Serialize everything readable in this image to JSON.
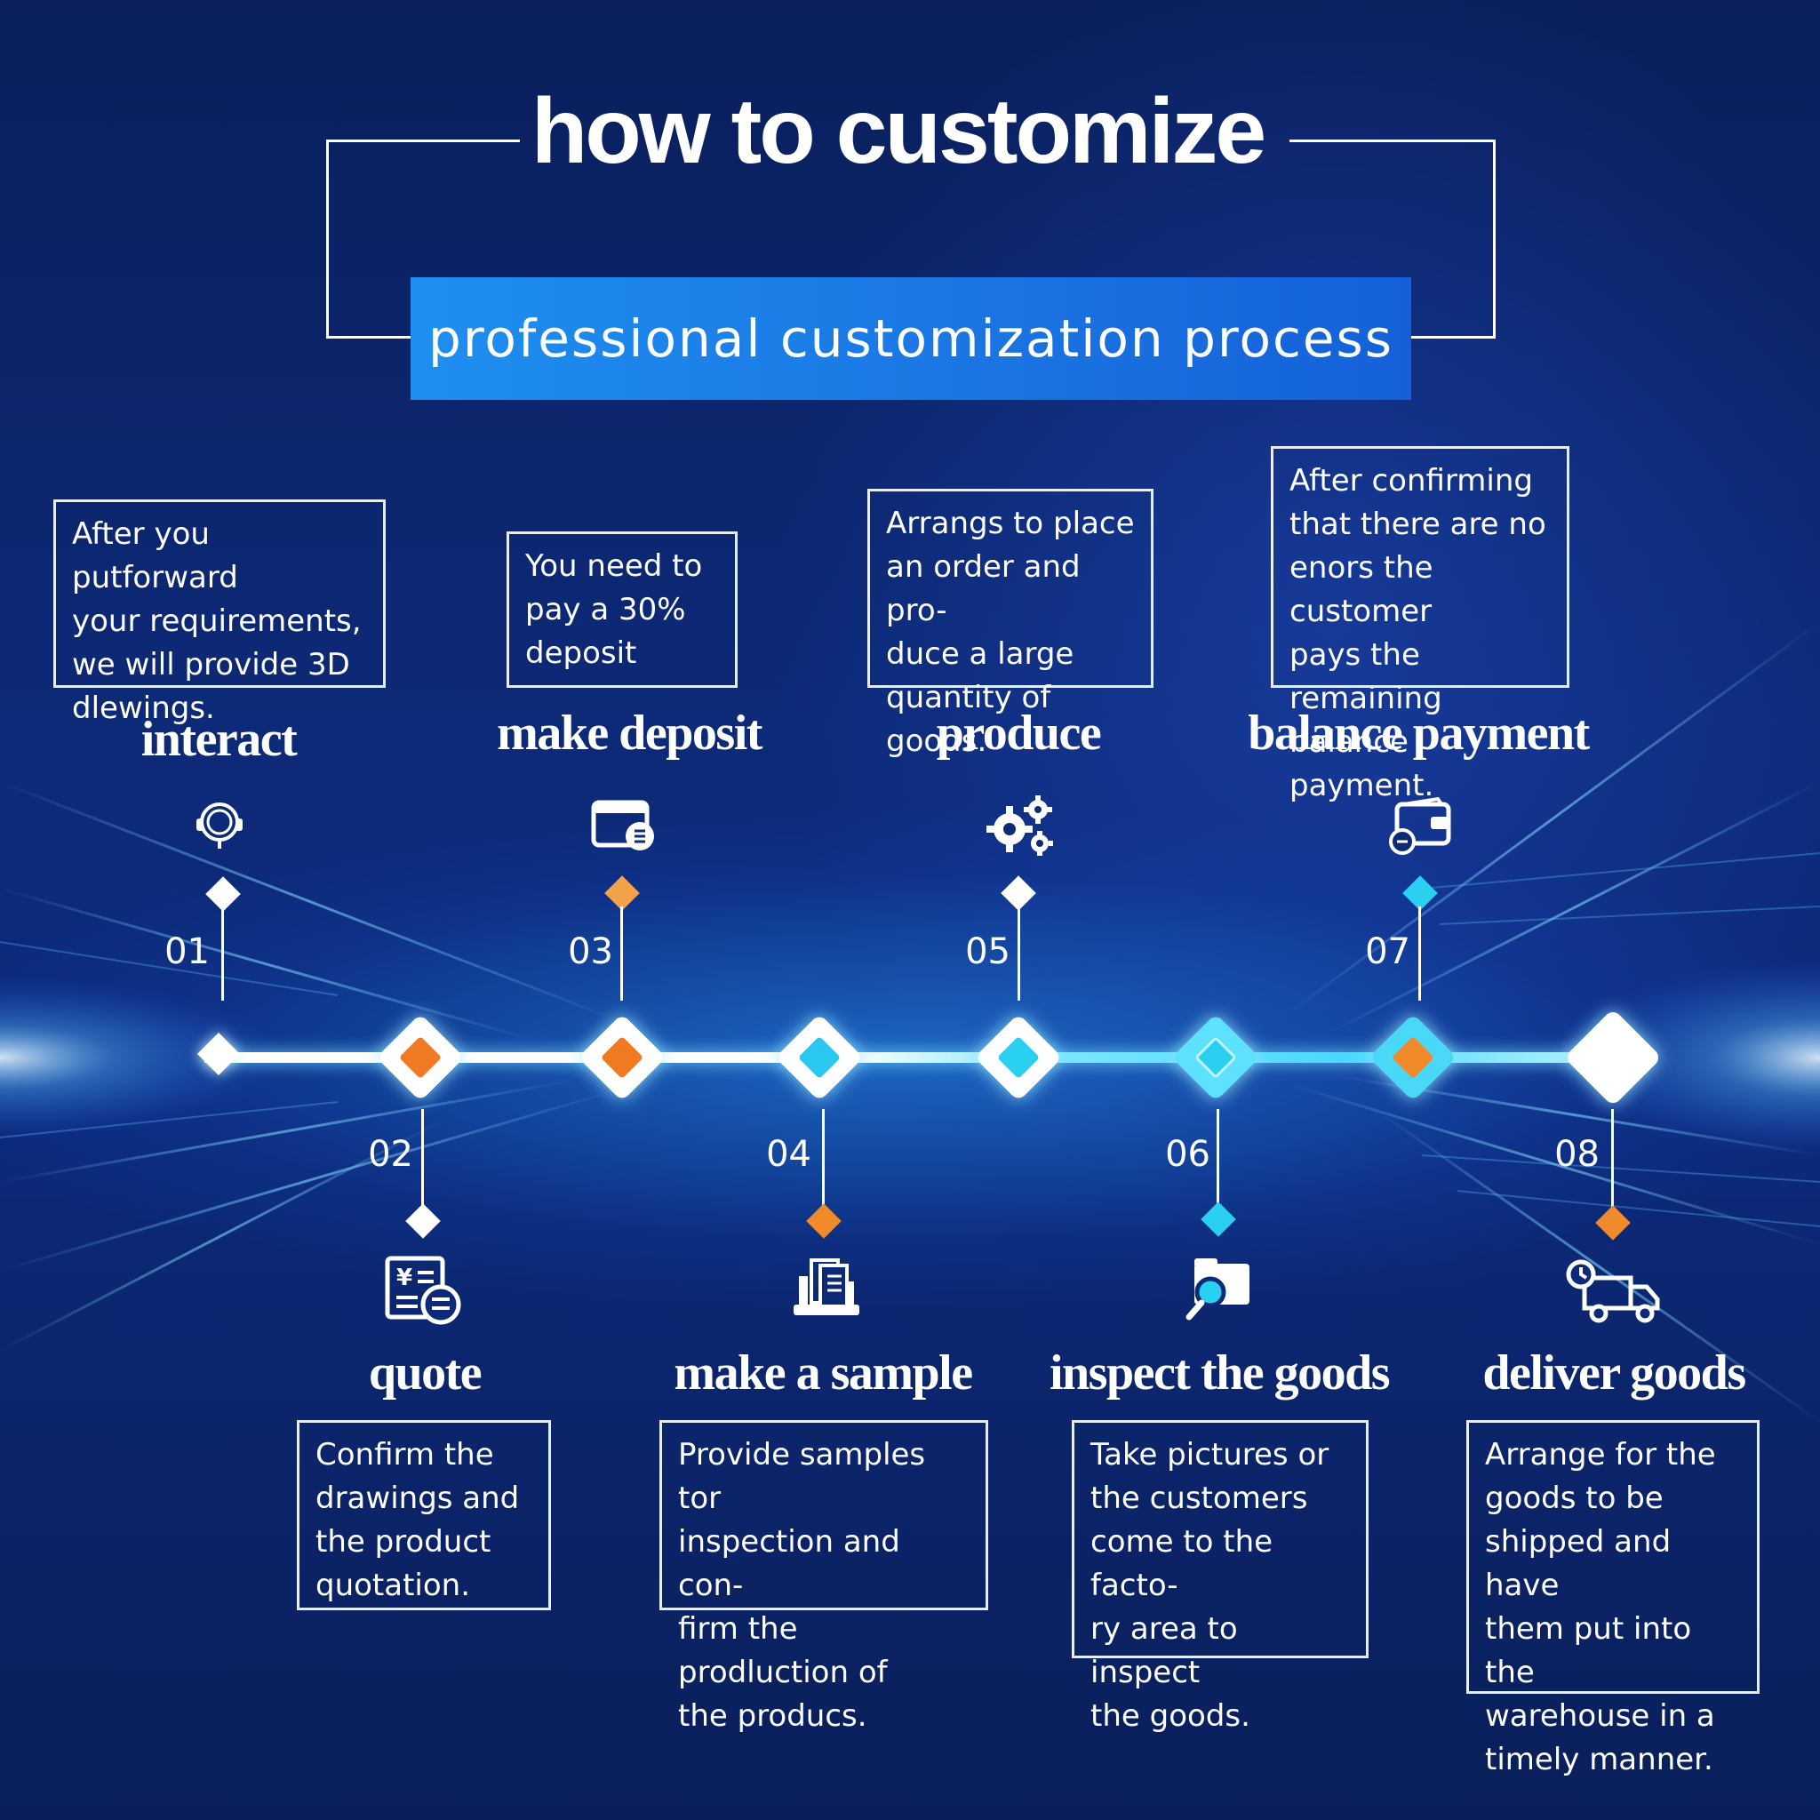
{
  "header": {
    "title": "how to customize",
    "subtitle": "professional customization process"
  },
  "colors": {
    "background": "#0c2a78",
    "accent_blue": "#1a74e2",
    "orange": "#f08a2a",
    "cyan": "#2ad0f0",
    "white": "#ffffff"
  },
  "steps": [
    {
      "number": "01",
      "label": "interact",
      "icon": "headset-icon",
      "description": "After you putforward\nyour requirements,\nwe will provide 3D\ndlewings."
    },
    {
      "number": "02",
      "label": "quote",
      "icon": "invoice-icon",
      "description": "Confirm the\ndrawings and\nthe product\nquotation."
    },
    {
      "number": "03",
      "label": "make deposit",
      "icon": "wallet-card-icon",
      "description": "You need to\npay a 30%\ndeposit"
    },
    {
      "number": "04",
      "label": "make a sample",
      "icon": "documents-icon",
      "description": "Provide samples tor\ninspection and con-\nfirm the prodluction of\nthe producs."
    },
    {
      "number": "05",
      "label": "produce",
      "icon": "gears-icon",
      "description": "Arrangs to place\nan order and pro-\nduce a large\nquantity of goods."
    },
    {
      "number": "06",
      "label": "inspect the goods",
      "icon": "magnifier-folder-icon",
      "description": "Take pictures or\nthe customers\ncome to the facto-\nry area to inspect\nthe goods."
    },
    {
      "number": "07",
      "label": "balance payment",
      "icon": "wallet-icon",
      "description": "After confirming\nthat there are no\nenors the customer\npays the remaining\nbalance payment."
    },
    {
      "number": "08",
      "label": "deliver goods",
      "icon": "delivery-truck-icon",
      "description": "Arrange for the\ngoods to be\nshipped and have\nthem put into the\nwarehouse in a\ntimely manner."
    }
  ]
}
